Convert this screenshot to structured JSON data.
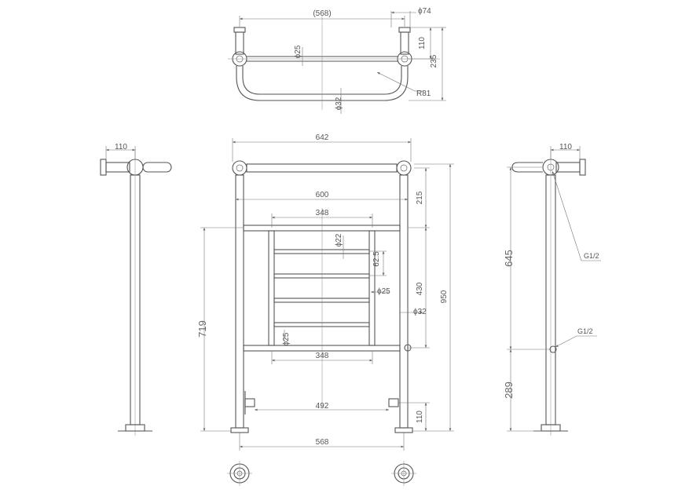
{
  "top_view": {
    "overall_width": "(568)",
    "flange_dia": "ϕ74",
    "bar_dia": "ϕ25",
    "depth_short": "110",
    "depth_total": "235",
    "bend_radius": "R81",
    "tube_dia": "ϕ32"
  },
  "front_view": {
    "top_width": "642",
    "inner_width": "600",
    "upper_ladder_width": "348",
    "lower_ladder_width": "348",
    "bar_dia_top": "ϕ22",
    "bar_spacing": "62.5",
    "bar_dia_mid": "ϕ25",
    "bar_dia_low": "ϕ25",
    "leg_dia": "ϕ32",
    "top_rail_offset": "215",
    "rail_span": "430",
    "overall_height": "950",
    "rail_height": "719",
    "valve_spacing": "492",
    "base_height": "110",
    "base_width": "568"
  },
  "left_view": {
    "depth": "110"
  },
  "right_view": {
    "depth": "110",
    "upper_height": "645",
    "lower_height": "289",
    "thread_upper": "G1/2",
    "thread_lower": "G1/2"
  }
}
